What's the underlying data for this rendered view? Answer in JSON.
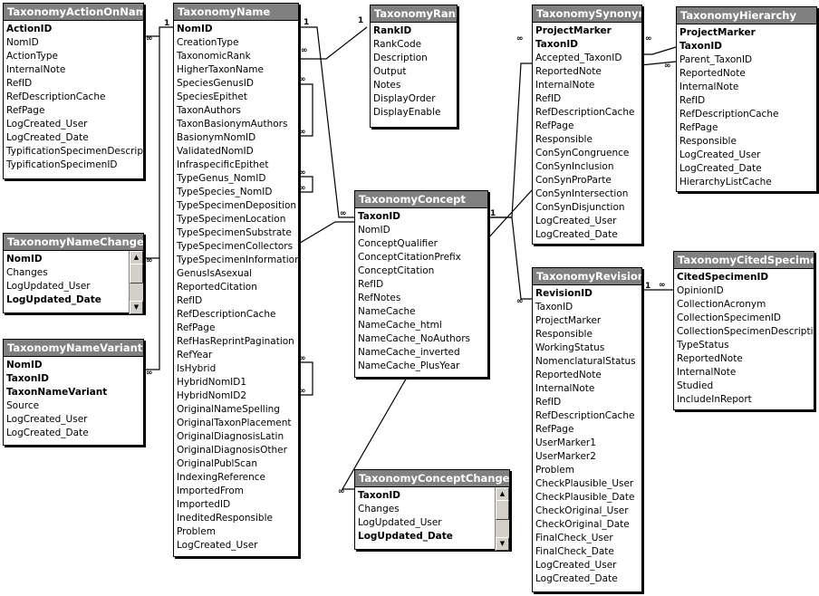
{
  "tables": [
    {
      "id": "action",
      "name": "TaxonomyActionOnName",
      "fields": [
        {
          "label": "ActionID",
          "pk": true
        },
        {
          "label": "NomID"
        },
        {
          "label": "ActionType"
        },
        {
          "label": "InternalNote"
        },
        {
          "label": "RefID"
        },
        {
          "label": "RefDescriptionCache"
        },
        {
          "label": "RefPage"
        },
        {
          "label": "LogCreated_User"
        },
        {
          "label": "LogCreated_Date"
        },
        {
          "label": "TypificationSpecimenDescriptio"
        },
        {
          "label": "TypificationSpecimenID"
        }
      ]
    },
    {
      "id": "name",
      "name": "TaxonomyName",
      "fields": [
        {
          "label": "NomID",
          "pk": true
        },
        {
          "label": "CreationType"
        },
        {
          "label": "TaxonomicRank"
        },
        {
          "label": "HigherTaxonName"
        },
        {
          "label": "SpeciesGenusID"
        },
        {
          "label": "SpeciesEpithet"
        },
        {
          "label": "TaxonAuthors"
        },
        {
          "label": "TaxonBasionymAuthors"
        },
        {
          "label": "BasionymNomID"
        },
        {
          "label": "ValidatedNomID"
        },
        {
          "label": "InfraspecificEpithet"
        },
        {
          "label": "TypeGenus_NomID"
        },
        {
          "label": "TypeSpecies_NomID"
        },
        {
          "label": "TypeSpecimenDeposition"
        },
        {
          "label": "TypeSpecimenLocation"
        },
        {
          "label": "TypeSpecimenSubstrate"
        },
        {
          "label": "TypeSpecimenCollectors"
        },
        {
          "label": "TypeSpecimenInformation"
        },
        {
          "label": "GenusIsAsexual"
        },
        {
          "label": "ReportedCitation"
        },
        {
          "label": "RefID"
        },
        {
          "label": "RefDescriptionCache"
        },
        {
          "label": "RefPage"
        },
        {
          "label": "RefHasReprintPagination"
        },
        {
          "label": "RefYear"
        },
        {
          "label": "IsHybrid"
        },
        {
          "label": "HybridNomID1"
        },
        {
          "label": "HybridNomID2"
        },
        {
          "label": "OriginalNameSpelling"
        },
        {
          "label": "OriginalTaxonPlacement"
        },
        {
          "label": "OriginalDiagnosisLatin"
        },
        {
          "label": "OriginalDiagnosisOther"
        },
        {
          "label": "OriginalPublScan"
        },
        {
          "label": "IndexingReference"
        },
        {
          "label": "ImportedFrom"
        },
        {
          "label": "ImportedID"
        },
        {
          "label": "IneditedResponsible"
        },
        {
          "label": "Problem"
        },
        {
          "label": "LogCreated_User"
        }
      ]
    },
    {
      "id": "rank",
      "name": "TaxonomyRank",
      "fields": [
        {
          "label": "RankID",
          "pk": true
        },
        {
          "label": "RankCode"
        },
        {
          "label": "Description"
        },
        {
          "label": "Output"
        },
        {
          "label": "Notes"
        },
        {
          "label": "DisplayOrder"
        },
        {
          "label": "DisplayEnable"
        }
      ]
    },
    {
      "id": "synonymy",
      "name": "TaxonomySynonymy",
      "fields": [
        {
          "label": "ProjectMarker",
          "pk": true
        },
        {
          "label": "TaxonID",
          "pk": true
        },
        {
          "label": "Accepted_TaxonID"
        },
        {
          "label": "ReportedNote"
        },
        {
          "label": "InternalNote"
        },
        {
          "label": "RefID"
        },
        {
          "label": "RefDescriptionCache"
        },
        {
          "label": "RefPage"
        },
        {
          "label": "Responsible"
        },
        {
          "label": "ConSynCongruence"
        },
        {
          "label": "ConSynInclusion"
        },
        {
          "label": "ConSynProParte"
        },
        {
          "label": "ConSynIntersection"
        },
        {
          "label": "ConSynDisjunction"
        },
        {
          "label": "LogCreated_User"
        },
        {
          "label": "LogCreated_Date"
        }
      ]
    },
    {
      "id": "hierarchy",
      "name": "TaxonomyHierarchy",
      "fields": [
        {
          "label": "ProjectMarker",
          "pk": true
        },
        {
          "label": "TaxonID",
          "pk": true
        },
        {
          "label": "Parent_TaxonID"
        },
        {
          "label": "ReportedNote"
        },
        {
          "label": "InternalNote"
        },
        {
          "label": "RefID"
        },
        {
          "label": "RefDescriptionCache"
        },
        {
          "label": "RefPage"
        },
        {
          "label": "Responsible"
        },
        {
          "label": "LogCreated_User"
        },
        {
          "label": "LogCreated_Date"
        },
        {
          "label": "HierarchyListCache"
        }
      ]
    },
    {
      "id": "namechanges",
      "name": "TaxonomyNameChanges",
      "fields": [
        {
          "label": "NomID",
          "pk": true
        },
        {
          "label": "Changes"
        },
        {
          "label": "LogUpdated_User"
        },
        {
          "label": "LogUpdated_Date",
          "pk": true
        }
      ]
    },
    {
      "id": "concept",
      "name": "TaxonomyConcept",
      "fields": [
        {
          "label": "TaxonID",
          "pk": true
        },
        {
          "label": "NomID"
        },
        {
          "label": "ConceptQualifier"
        },
        {
          "label": "ConceptCitationPrefix"
        },
        {
          "label": "ConceptCitation"
        },
        {
          "label": "RefID"
        },
        {
          "label": "RefNotes"
        },
        {
          "label": "NameCache"
        },
        {
          "label": "NameCache_html"
        },
        {
          "label": "NameCache_NoAuthors"
        },
        {
          "label": "NameCache_inverted"
        },
        {
          "label": "NameCache_PlusYear"
        }
      ]
    },
    {
      "id": "revision",
      "name": "TaxonomyRevision",
      "fields": [
        {
          "label": "RevisionID",
          "pk": true
        },
        {
          "label": "TaxonID"
        },
        {
          "label": "ProjectMarker"
        },
        {
          "label": "Responsible"
        },
        {
          "label": "WorkingStatus"
        },
        {
          "label": "NomenclaturalStatus"
        },
        {
          "label": "ReportedNote"
        },
        {
          "label": "InternalNote"
        },
        {
          "label": "RefID"
        },
        {
          "label": "RefDescriptionCache"
        },
        {
          "label": "RefPage"
        },
        {
          "label": "UserMarker1"
        },
        {
          "label": "UserMarker2"
        },
        {
          "label": "Problem"
        },
        {
          "label": "CheckPlausible_User"
        },
        {
          "label": "CheckPlausible_Date"
        },
        {
          "label": "CheckOriginal_User"
        },
        {
          "label": "CheckOriginal_Date"
        },
        {
          "label": "FinalCheck_User"
        },
        {
          "label": "FinalCheck_Date"
        },
        {
          "label": "LogCreated_User"
        },
        {
          "label": "LogCreated_Date"
        }
      ]
    },
    {
      "id": "cited",
      "name": "TaxonomyCitedSpecimen",
      "fields": [
        {
          "label": "CitedSpecimenID",
          "pk": true
        },
        {
          "label": "OpinionID"
        },
        {
          "label": "CollectionAcronym"
        },
        {
          "label": "CollectionSpecimenID"
        },
        {
          "label": "CollectionSpecimenDescription"
        },
        {
          "label": "TypeStatus"
        },
        {
          "label": "ReportedNote"
        },
        {
          "label": "InternalNote"
        },
        {
          "label": "Studied"
        },
        {
          "label": "IncludeInReport"
        }
      ]
    },
    {
      "id": "variants",
      "name": "TaxonomyNameVariants",
      "fields": [
        {
          "label": "NomID",
          "pk": true
        },
        {
          "label": "TaxonID",
          "pk": true
        },
        {
          "label": "TaxonNameVariant",
          "pk": true
        },
        {
          "label": "Source"
        },
        {
          "label": "LogCreated_User"
        },
        {
          "label": "LogCreated_Date"
        }
      ]
    },
    {
      "id": "conceptchanges",
      "name": "TaxonomyConceptChanges",
      "fields": [
        {
          "label": "TaxonID",
          "pk": true
        },
        {
          "label": "Changes"
        },
        {
          "label": "LogUpdated_User"
        },
        {
          "label": "LogUpdated_Date",
          "pk": true
        }
      ]
    }
  ],
  "cardinality": {
    "one": "1",
    "many": "∞"
  },
  "colors": {
    "header_bg": "#808080",
    "header_text": "#ffffff",
    "line": "#000000"
  }
}
